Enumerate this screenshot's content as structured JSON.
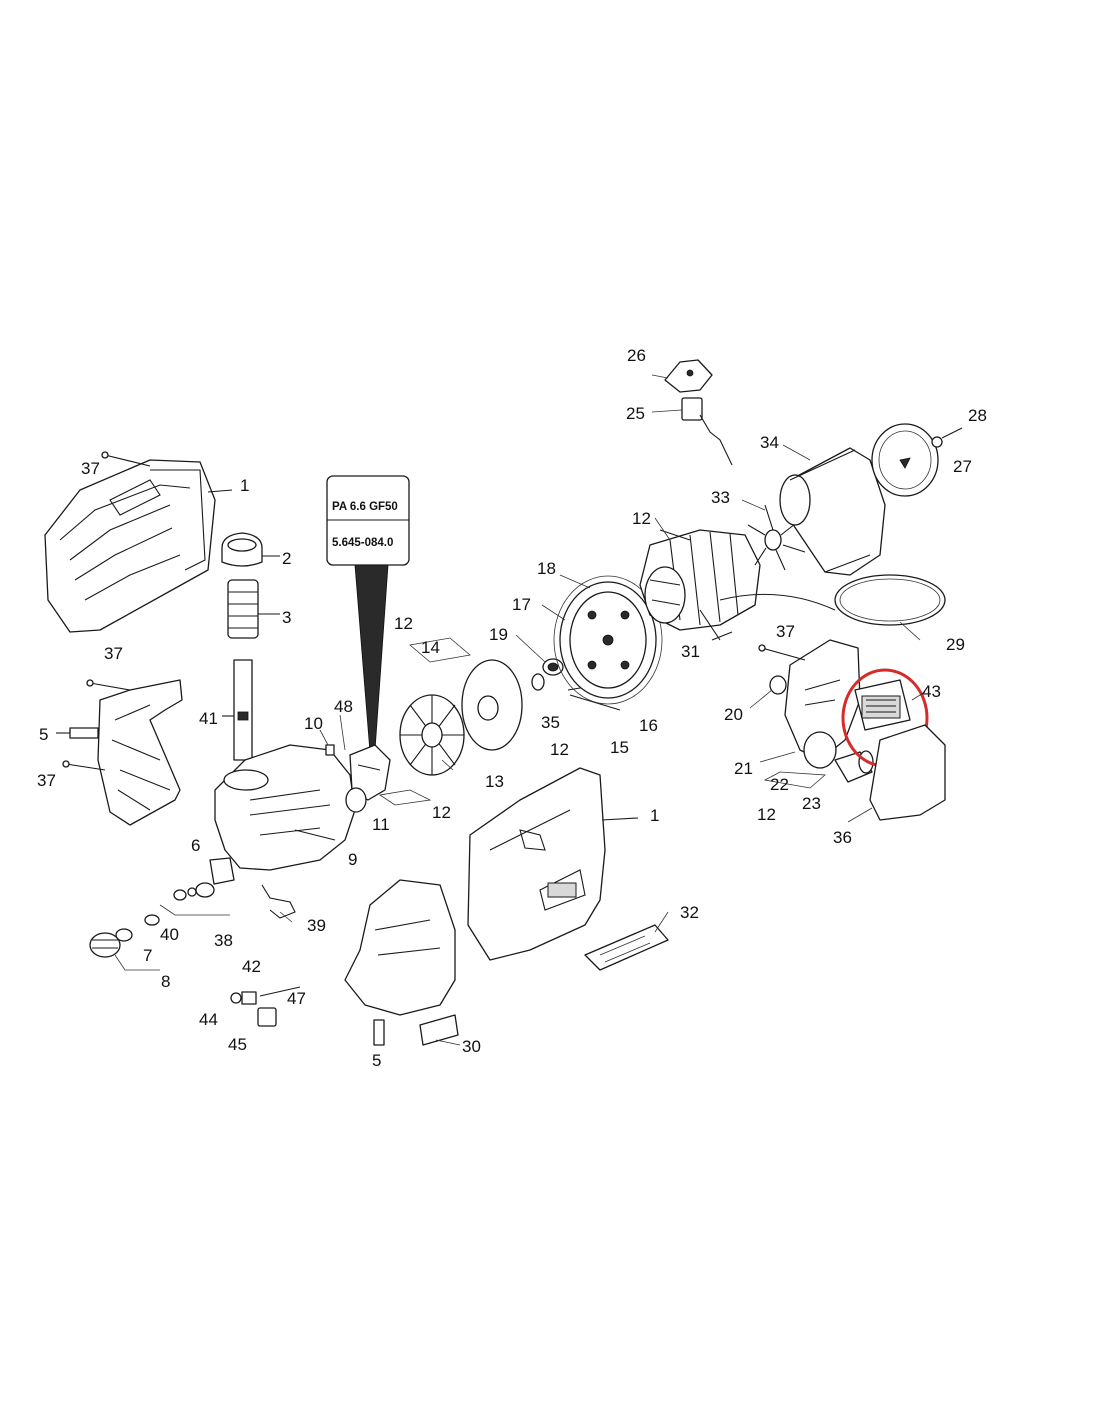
{
  "callout": {
    "material": "PA 6.6 GF50",
    "part_number": "5.645-084.0"
  },
  "highlight": {
    "part_number": "43",
    "color": "#d62b2b"
  },
  "labels": {
    "l1a": "1",
    "l1b": "1",
    "l2": "2",
    "l3": "3",
    "l5a": "5",
    "l5b": "5",
    "l6": "6",
    "l7": "7",
    "l8": "8",
    "l9": "9",
    "l10": "10",
    "l11": "11",
    "l12a": "12",
    "l12b": "12",
    "l12c": "12",
    "l12d": "12",
    "l12e": "12",
    "l13": "13",
    "l14": "14",
    "l15": "15",
    "l16": "16",
    "l17": "17",
    "l18": "18",
    "l19": "19",
    "l20": "20",
    "l21": "21",
    "l22": "22",
    "l23": "23",
    "l25": "25",
    "l26": "26",
    "l27": "27",
    "l28": "28",
    "l29": "29",
    "l30": "30",
    "l31": "31",
    "l32": "32",
    "l33": "33",
    "l34": "34",
    "l35": "35",
    "l36": "36",
    "l37a": "37",
    "l37b": "37",
    "l37c": "37",
    "l37d": "37",
    "l38": "38",
    "l39": "39",
    "l40": "40",
    "l41": "41",
    "l42": "42",
    "l43": "43",
    "l44": "44",
    "l45": "45",
    "l47": "47",
    "l48": "48"
  }
}
